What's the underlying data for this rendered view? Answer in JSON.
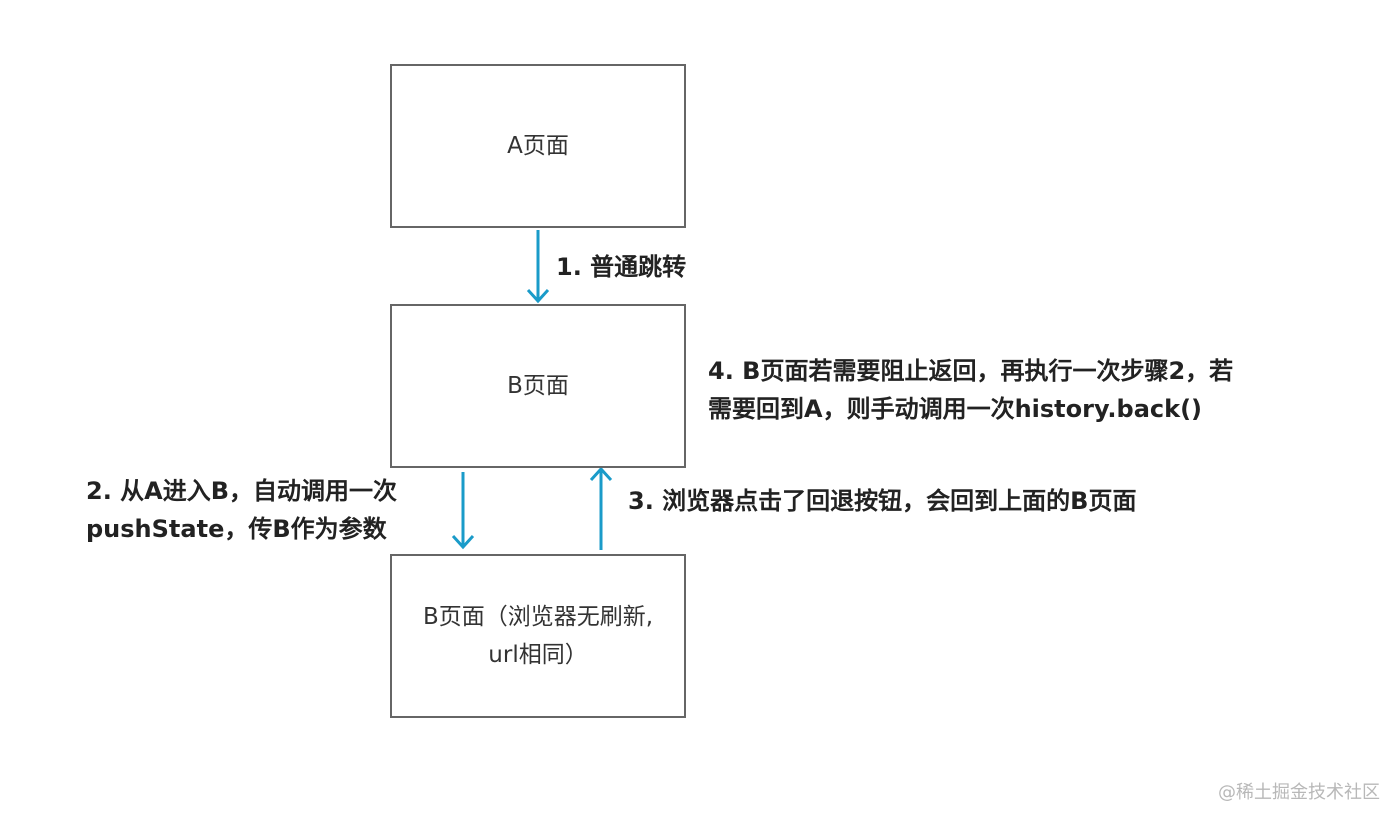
{
  "boxes": {
    "a": "A页面",
    "b": "B页面",
    "c_line1": "B页面（浏览器无刷新,",
    "c_line2": "url相同）"
  },
  "steps": {
    "step1": "1. 普通跳转",
    "step2_line1": "2. 从A进入B，自动调用一次",
    "step2_line2": "pushState，传B作为参数",
    "step3": "3. 浏览器点击了回退按钮，会回到上面的B页面",
    "step4_line1": "4. B页面若需要阻止返回，再执行一次步骤2，若",
    "step4_line2": "需要回到A，则手动调用一次history.back()"
  },
  "watermark": "@稀土掘金技术社区",
  "colors": {
    "arrow": "#1a9bc9",
    "box_border": "#666666"
  }
}
